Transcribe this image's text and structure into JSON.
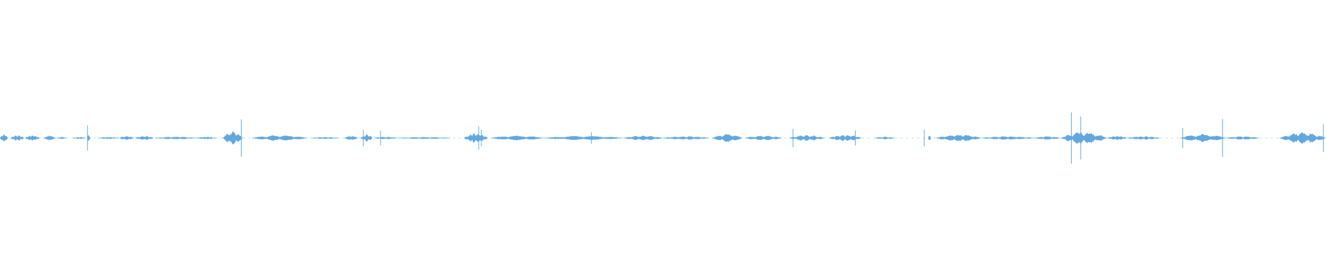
{
  "waveform": {
    "color": "#62A8DF",
    "background": "#ffffff",
    "segments": [
      {
        "t0": 0.0,
        "t1": 0.006,
        "amp": 0.1
      },
      {
        "t0": 0.008,
        "t1": 0.018,
        "amp": 0.08
      },
      {
        "t0": 0.019,
        "t1": 0.03,
        "amp": 0.07
      },
      {
        "t0": 0.033,
        "t1": 0.042,
        "amp": 0.06
      },
      {
        "t0": 0.043,
        "t1": 0.05,
        "amp": 0.02
      },
      {
        "t0": 0.055,
        "t1": 0.065,
        "amp": 0.02
      },
      {
        "t0": 0.066,
        "t1": 0.068,
        "amp": 0.1
      },
      {
        "t0": 0.074,
        "t1": 0.09,
        "amp": 0.02
      },
      {
        "t0": 0.09,
        "t1": 0.101,
        "amp": 0.05
      },
      {
        "t0": 0.102,
        "t1": 0.116,
        "amp": 0.05
      },
      {
        "t0": 0.117,
        "t1": 0.148,
        "amp": 0.03
      },
      {
        "t0": 0.148,
        "t1": 0.163,
        "amp": 0.03
      },
      {
        "t0": 0.168,
        "t1": 0.183,
        "amp": 0.18
      },
      {
        "t0": 0.19,
        "t1": 0.232,
        "amp": 0.07
      },
      {
        "t0": 0.235,
        "t1": 0.256,
        "amp": 0.02
      },
      {
        "t0": 0.26,
        "t1": 0.27,
        "amp": 0.06
      },
      {
        "t0": 0.272,
        "t1": 0.281,
        "amp": 0.09
      },
      {
        "t0": 0.282,
        "t1": 0.3,
        "amp": 0.03
      },
      {
        "t0": 0.3,
        "t1": 0.34,
        "amp": 0.02
      },
      {
        "t0": 0.35,
        "t1": 0.368,
        "amp": 0.12
      },
      {
        "t0": 0.37,
        "t1": 0.41,
        "amp": 0.06
      },
      {
        "t0": 0.41,
        "t1": 0.47,
        "amp": 0.05
      },
      {
        "t0": 0.47,
        "t1": 0.5,
        "amp": 0.06
      },
      {
        "t0": 0.5,
        "t1": 0.535,
        "amp": 0.04
      },
      {
        "t0": 0.537,
        "t1": 0.56,
        "amp": 0.1
      },
      {
        "t0": 0.562,
        "t1": 0.59,
        "amp": 0.06
      },
      {
        "t0": 0.595,
        "t1": 0.622,
        "amp": 0.07
      },
      {
        "t0": 0.625,
        "t1": 0.65,
        "amp": 0.08
      },
      {
        "t0": 0.66,
        "t1": 0.675,
        "amp": 0.03
      },
      {
        "t0": 0.7,
        "t1": 0.702,
        "amp": 0.08
      },
      {
        "t0": 0.706,
        "t1": 0.74,
        "amp": 0.09
      },
      {
        "t0": 0.74,
        "t1": 0.78,
        "amp": 0.04
      },
      {
        "t0": 0.78,
        "t1": 0.8,
        "amp": 0.04
      },
      {
        "t0": 0.8,
        "t1": 0.835,
        "amp": 0.16
      },
      {
        "t0": 0.835,
        "t1": 0.85,
        "amp": 0.05
      },
      {
        "t0": 0.85,
        "t1": 0.875,
        "amp": 0.04
      },
      {
        "t0": 0.89,
        "t1": 0.925,
        "amp": 0.1
      },
      {
        "t0": 0.925,
        "t1": 0.95,
        "amp": 0.04
      },
      {
        "t0": 0.965,
        "t1": 1.0,
        "amp": 0.14
      }
    ],
    "spikes": [
      {
        "t": 0.066,
        "amp": 0.3
      },
      {
        "t": 0.182,
        "amp": 0.45
      },
      {
        "t": 0.274,
        "amp": 0.2
      },
      {
        "t": 0.287,
        "amp": 0.18
      },
      {
        "t": 0.361,
        "amp": 0.28
      },
      {
        "t": 0.363,
        "amp": 0.2
      },
      {
        "t": 0.446,
        "amp": 0.14
      },
      {
        "t": 0.598,
        "amp": 0.22
      },
      {
        "t": 0.645,
        "amp": 0.18
      },
      {
        "t": 0.697,
        "amp": 0.2
      },
      {
        "t": 0.808,
        "amp": 0.62
      },
      {
        "t": 0.815,
        "amp": 0.52
      },
      {
        "t": 0.892,
        "amp": 0.24
      },
      {
        "t": 0.922,
        "amp": 0.46
      },
      {
        "t": 0.998,
        "amp": 0.34
      }
    ]
  }
}
